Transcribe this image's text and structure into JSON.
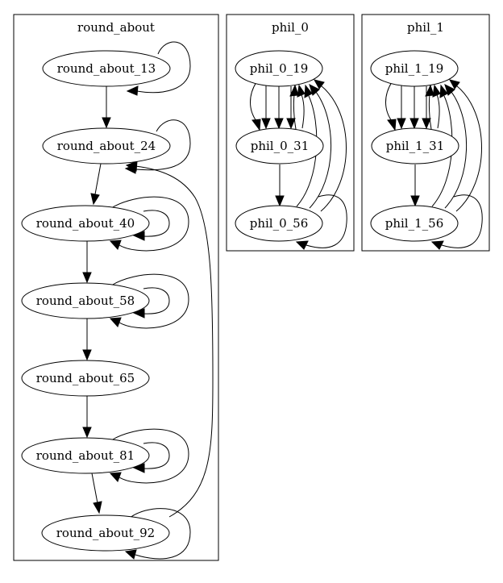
{
  "clusters": [
    {
      "id": "round_about",
      "label": "round_about",
      "nodes": [
        {
          "id": "ra13",
          "label": "round_about_13"
        },
        {
          "id": "ra24",
          "label": "round_about_24"
        },
        {
          "id": "ra40",
          "label": "round_about_40"
        },
        {
          "id": "ra58",
          "label": "round_about_58"
        },
        {
          "id": "ra65",
          "label": "round_about_65"
        },
        {
          "id": "ra81",
          "label": "round_about_81"
        },
        {
          "id": "ra92",
          "label": "round_about_92"
        }
      ]
    },
    {
      "id": "phil_0",
      "label": "phil_0",
      "nodes": [
        {
          "id": "p019",
          "label": "phil_0_19"
        },
        {
          "id": "p031",
          "label": "phil_0_31"
        },
        {
          "id": "p056",
          "label": "phil_0_56"
        }
      ]
    },
    {
      "id": "phil_1",
      "label": "phil_1",
      "nodes": [
        {
          "id": "p119",
          "label": "phil_1_19"
        },
        {
          "id": "p131",
          "label": "phil_1_31"
        },
        {
          "id": "p156",
          "label": "phil_1_56"
        }
      ]
    }
  ],
  "edges": [
    {
      "from": "ra13",
      "to": "ra13"
    },
    {
      "from": "ra13",
      "to": "ra24"
    },
    {
      "from": "ra24",
      "to": "ra24"
    },
    {
      "from": "ra24",
      "to": "ra40"
    },
    {
      "from": "ra40",
      "to": "ra40"
    },
    {
      "from": "ra40",
      "to": "ra40"
    },
    {
      "from": "ra40",
      "to": "ra58"
    },
    {
      "from": "ra58",
      "to": "ra58"
    },
    {
      "from": "ra58",
      "to": "ra58"
    },
    {
      "from": "ra58",
      "to": "ra65"
    },
    {
      "from": "ra65",
      "to": "ra81"
    },
    {
      "from": "ra81",
      "to": "ra81"
    },
    {
      "from": "ra81",
      "to": "ra81"
    },
    {
      "from": "ra81",
      "to": "ra92"
    },
    {
      "from": "ra92",
      "to": "ra92"
    },
    {
      "from": "ra92",
      "to": "ra24"
    },
    {
      "from": "p019",
      "to": "p031"
    },
    {
      "from": "p019",
      "to": "p031"
    },
    {
      "from": "p019",
      "to": "p031"
    },
    {
      "from": "p019",
      "to": "p031"
    },
    {
      "from": "p031",
      "to": "p019"
    },
    {
      "from": "p031",
      "to": "p019"
    },
    {
      "from": "p031",
      "to": "p056"
    },
    {
      "from": "p056",
      "to": "p019"
    },
    {
      "from": "p056",
      "to": "p019"
    },
    {
      "from": "p056",
      "to": "p019"
    },
    {
      "from": "p056",
      "to": "p056"
    },
    {
      "from": "p119",
      "to": "p131"
    },
    {
      "from": "p119",
      "to": "p131"
    },
    {
      "from": "p119",
      "to": "p131"
    },
    {
      "from": "p119",
      "to": "p131"
    },
    {
      "from": "p131",
      "to": "p119"
    },
    {
      "from": "p131",
      "to": "p119"
    },
    {
      "from": "p131",
      "to": "p156"
    },
    {
      "from": "p156",
      "to": "p119"
    },
    {
      "from": "p156",
      "to": "p119"
    },
    {
      "from": "p156",
      "to": "p119"
    },
    {
      "from": "p156",
      "to": "p156"
    }
  ]
}
